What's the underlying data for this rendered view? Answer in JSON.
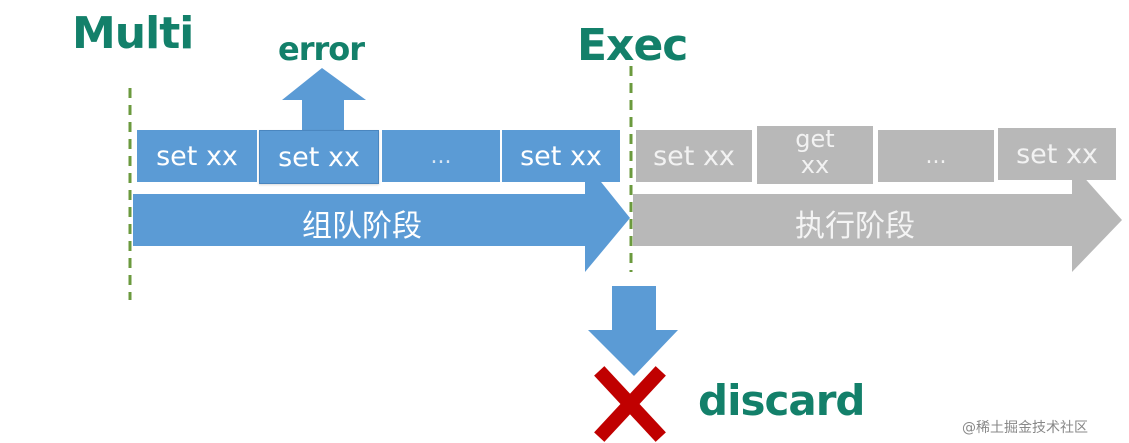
{
  "labels": {
    "multi": "Multi",
    "exec": "Exec",
    "error": "error",
    "discard": "discard"
  },
  "queue_commands": [
    "set xx",
    "set xx",
    "...",
    "set xx"
  ],
  "exec_commands": [
    "set xx",
    "get xx",
    "...",
    "set xx"
  ],
  "phases": {
    "queue": "组队阶段",
    "execute": "执行阶段"
  },
  "watermark": "@稀土掘金技术社区",
  "colors": {
    "label_green": "#13806a",
    "blue": "#5b9bd5",
    "gray": "#b8b8b8",
    "dashed_line": "#6b9a3e",
    "cross_red": "#c00000"
  }
}
